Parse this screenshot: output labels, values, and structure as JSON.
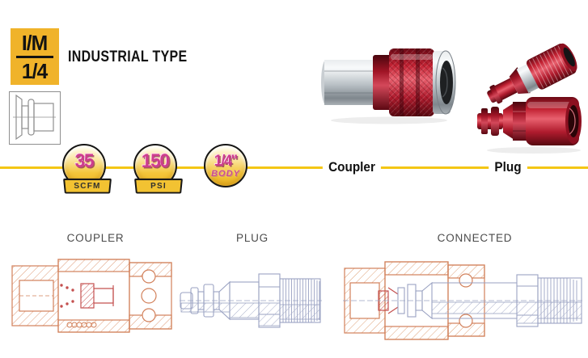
{
  "header": {
    "badge": {
      "line1": "I/M",
      "line2": "1/4"
    },
    "title": "INDUSTRIAL TYPE"
  },
  "specs": [
    {
      "value": "35",
      "unit": "SCFM"
    },
    {
      "value": "150",
      "unit": "PSI"
    },
    {
      "value": "1/4\"",
      "unit": "BODY"
    }
  ],
  "product_labels": {
    "coupler": "Coupler",
    "plug": "Plug"
  },
  "diagram_labels": {
    "coupler": "COUPLER",
    "plug": "PLUG",
    "connected": "CONNECTED"
  },
  "icons": {
    "profile_thumbnail": "plug-profile-drawing",
    "coupler_photo": "red-industrial-coupler",
    "plugs_photo": "red-industrial-plugs"
  },
  "colors": {
    "badge_yellow": "#F0B32A",
    "rule_yellow": "#F4C614",
    "medal_gold": "#F2C232",
    "value_magenta": "#CE3D8E",
    "product_red": "#C2233A",
    "drawing_orange": "#D2805A",
    "drawing_red": "#C4504F",
    "drawing_blue": "#9AA2C2",
    "label_gray": "#4B4B4B"
  }
}
